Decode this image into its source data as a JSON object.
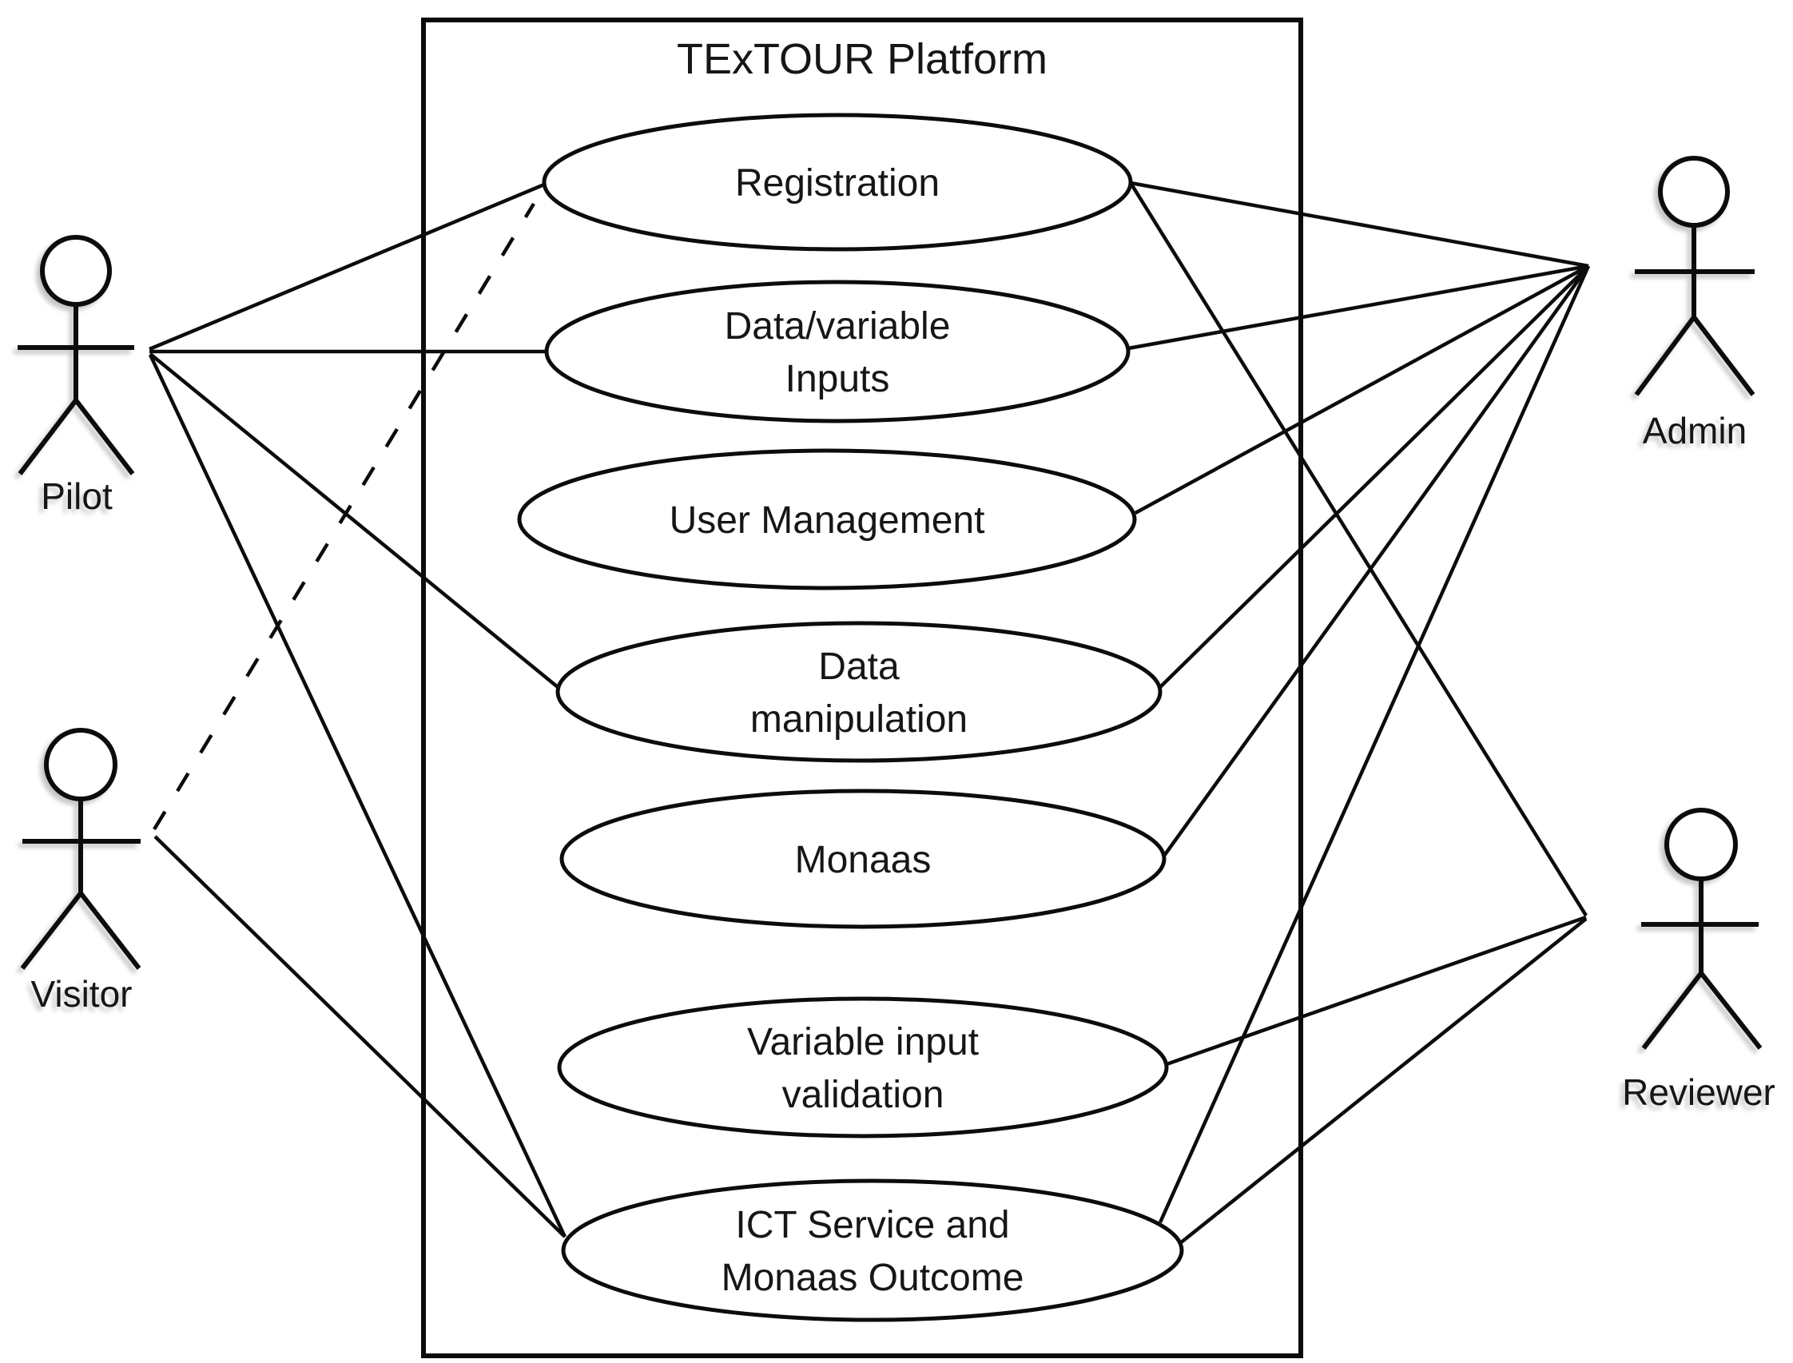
{
  "diagram": {
    "type": "uml-use-case",
    "system": {
      "title": "TExTOUR Platform"
    },
    "use_cases": [
      {
        "id": "registration",
        "label": "Registration",
        "lines": [
          "Registration"
        ]
      },
      {
        "id": "data-variable-inputs",
        "label": "Data/variable Inputs",
        "lines": [
          "Data/variable",
          "Inputs"
        ]
      },
      {
        "id": "user-management",
        "label": "User Management",
        "lines": [
          "User Management"
        ]
      },
      {
        "id": "data-manipulation",
        "label": "Data manipulation",
        "lines": [
          "Data",
          "manipulation"
        ]
      },
      {
        "id": "monaas",
        "label": "Monaas",
        "lines": [
          "Monaas"
        ]
      },
      {
        "id": "variable-input-validation",
        "label": "Variable input validation",
        "lines": [
          "Variable input",
          "validation"
        ]
      },
      {
        "id": "ict-service-monaas-outcome",
        "label": "ICT Service and Monaas Outcome",
        "lines": [
          "ICT Service and",
          "Monaas Outcome"
        ]
      }
    ],
    "actors": [
      {
        "id": "pilot",
        "label": "Pilot"
      },
      {
        "id": "visitor",
        "label": "Visitor"
      },
      {
        "id": "admin",
        "label": "Admin"
      },
      {
        "id": "reviewer",
        "label": "Reviewer"
      }
    ],
    "associations": [
      {
        "from": "pilot",
        "to": "registration",
        "style": "solid"
      },
      {
        "from": "pilot",
        "to": "data-variable-inputs",
        "style": "solid"
      },
      {
        "from": "pilot",
        "to": "data-manipulation",
        "style": "solid"
      },
      {
        "from": "pilot",
        "to": "ict-service-monaas-outcome",
        "style": "solid"
      },
      {
        "from": "visitor",
        "to": "registration",
        "style": "dashed"
      },
      {
        "from": "visitor",
        "to": "ict-service-monaas-outcome",
        "style": "solid"
      },
      {
        "from": "admin",
        "to": "registration",
        "style": "solid"
      },
      {
        "from": "admin",
        "to": "data-variable-inputs",
        "style": "solid"
      },
      {
        "from": "admin",
        "to": "user-management",
        "style": "solid"
      },
      {
        "from": "admin",
        "to": "data-manipulation",
        "style": "solid"
      },
      {
        "from": "admin",
        "to": "monaas",
        "style": "solid"
      },
      {
        "from": "admin",
        "to": "ict-service-monaas-outcome",
        "style": "solid"
      },
      {
        "from": "registration",
        "to": "reviewer",
        "style": "solid"
      },
      {
        "from": "reviewer",
        "to": "variable-input-validation",
        "style": "solid"
      },
      {
        "from": "reviewer",
        "to": "ict-service-monaas-outcome",
        "style": "solid"
      }
    ],
    "colors": {
      "stroke": "#0c0c0c",
      "text": "#161616",
      "background": "#ffffff"
    }
  }
}
